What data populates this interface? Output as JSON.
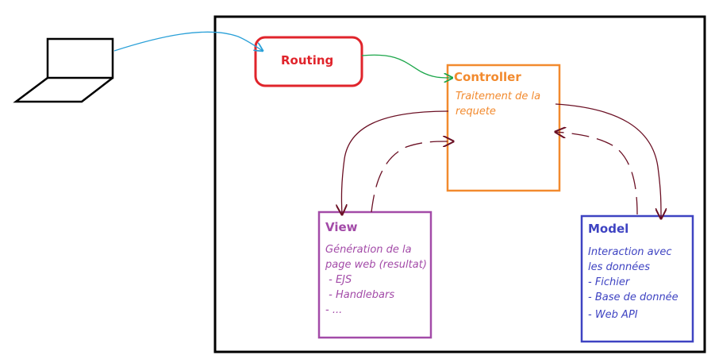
{
  "colors": {
    "routing": "#e0242b",
    "controller": "#f28a2e",
    "view": "#a34ba8",
    "model": "#3e43c2",
    "arrow_blue": "#2aa0d8",
    "arrow_green": "#1ca64a",
    "arrow_maroon": "#6b1024",
    "outline": "#000000"
  },
  "routing": {
    "label": "Routing"
  },
  "controller": {
    "title": "Controller",
    "desc_line1": "Traitement de la",
    "desc_line2": "requete"
  },
  "view": {
    "title": "View",
    "lines": [
      "Génération de la",
      "page web (resultat)",
      " - EJS",
      " - Handlebars",
      "- ..."
    ]
  },
  "model": {
    "title": "Model",
    "lines": [
      "Interaction avec",
      "les données",
      "- Fichier",
      "- Base de donnée",
      "- Web API"
    ]
  },
  "icons": {
    "client": "laptop-icon"
  }
}
